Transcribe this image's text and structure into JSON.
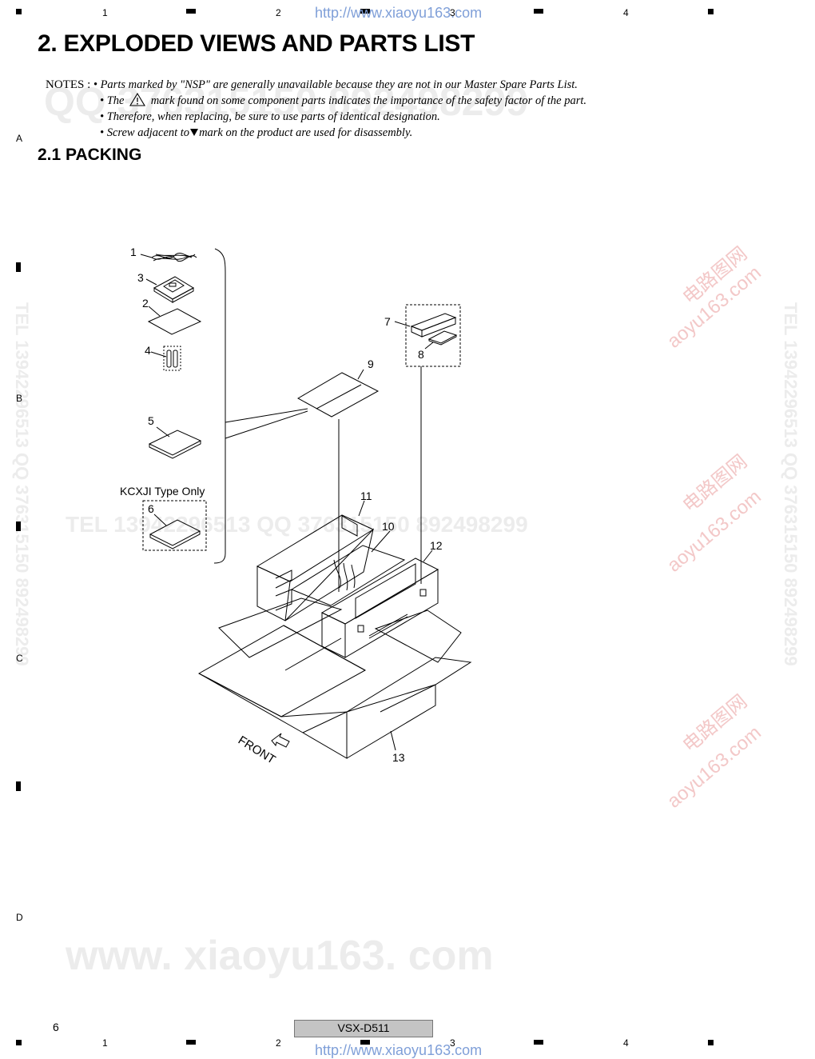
{
  "header": {
    "url": "http://www.xiaoyu163.com",
    "columns": [
      "1",
      "2",
      "3",
      "4"
    ]
  },
  "row_letters": [
    "A",
    "B",
    "C",
    "D"
  ],
  "title": "2. EXPLODED VIEWS AND PARTS LIST",
  "notes": {
    "label": "NOTES :",
    "line1": "• Parts marked by  \"NSP\"  are generally unavailable because they are not in our Master Spare Parts List.",
    "line2_a": "• The",
    "line2_b": "mark found on some component parts indicates the importance of the safety factor of the part.",
    "line3": "• Therefore, when  replacing, be sure to use parts of identical designation.",
    "line4_a": "• Screw adjacent to",
    "line4_b": "mark on the product are used for disassembly."
  },
  "section": "2.1  PACKING",
  "diagram": {
    "labels": {
      "p1": "1",
      "p2": "2",
      "p3": "3",
      "p4": "4",
      "p5": "5",
      "p6": "6",
      "p7": "7",
      "p8": "8",
      "p9": "9",
      "p10": "10",
      "p11": "11",
      "p12": "12",
      "p13": "13"
    },
    "kcxji_note": "KCXJI Type Only",
    "front_label": "FRONT"
  },
  "watermarks": {
    "qq_line": "QQ 376315150 892498299",
    "tel_line": "TEL  13942296513  QQ  376315150  892498299",
    "site_big": "www. xiaoyu163. com",
    "cn_site": "电路图网",
    "cn_site2": "aoyu163.com",
    "side_text": "TEL  13942296513  QQ  376315150  892498299"
  },
  "footer": {
    "model": "VSX-D511",
    "page_number": "6"
  }
}
